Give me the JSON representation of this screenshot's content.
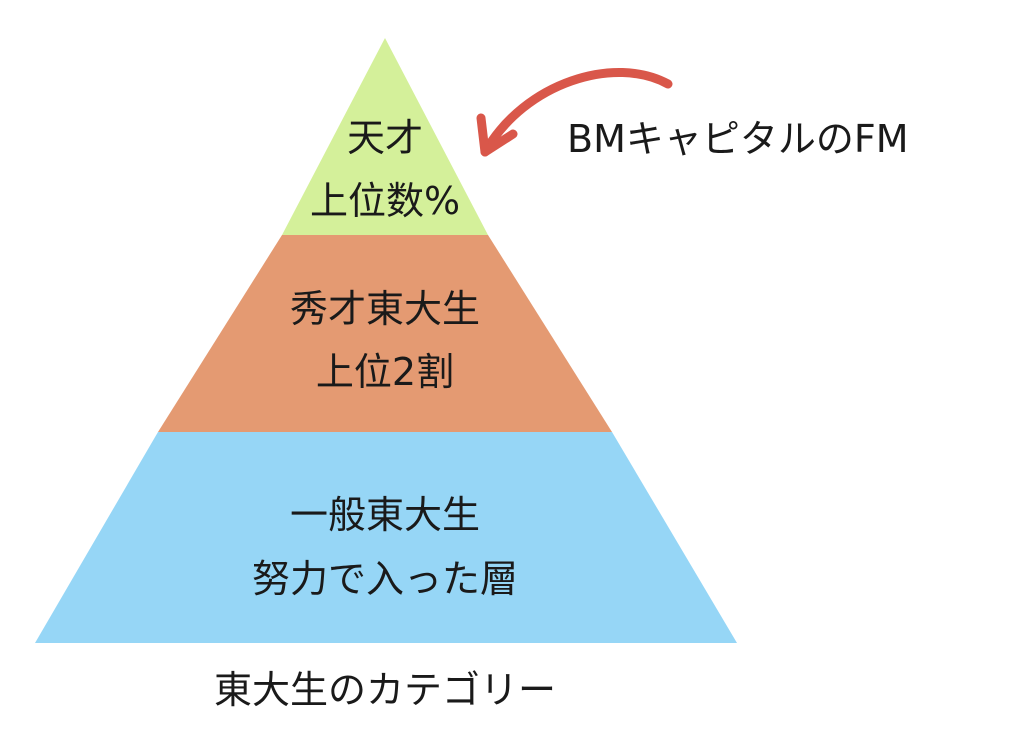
{
  "pyramid": {
    "tiers": [
      {
        "line1": "天才",
        "line2": "上位数%",
        "color": "#d4f09a"
      },
      {
        "line1": "秀才東大生",
        "line2": "上位2割",
        "color": "#e49a72"
      },
      {
        "line1": "一般東大生",
        "line2": "努力で入った層",
        "color": "#96d6f6"
      }
    ],
    "caption": "東大生のカテゴリー"
  },
  "annotation": {
    "text": "BMキャピタルのFM",
    "arrow_color": "#d9574a"
  }
}
